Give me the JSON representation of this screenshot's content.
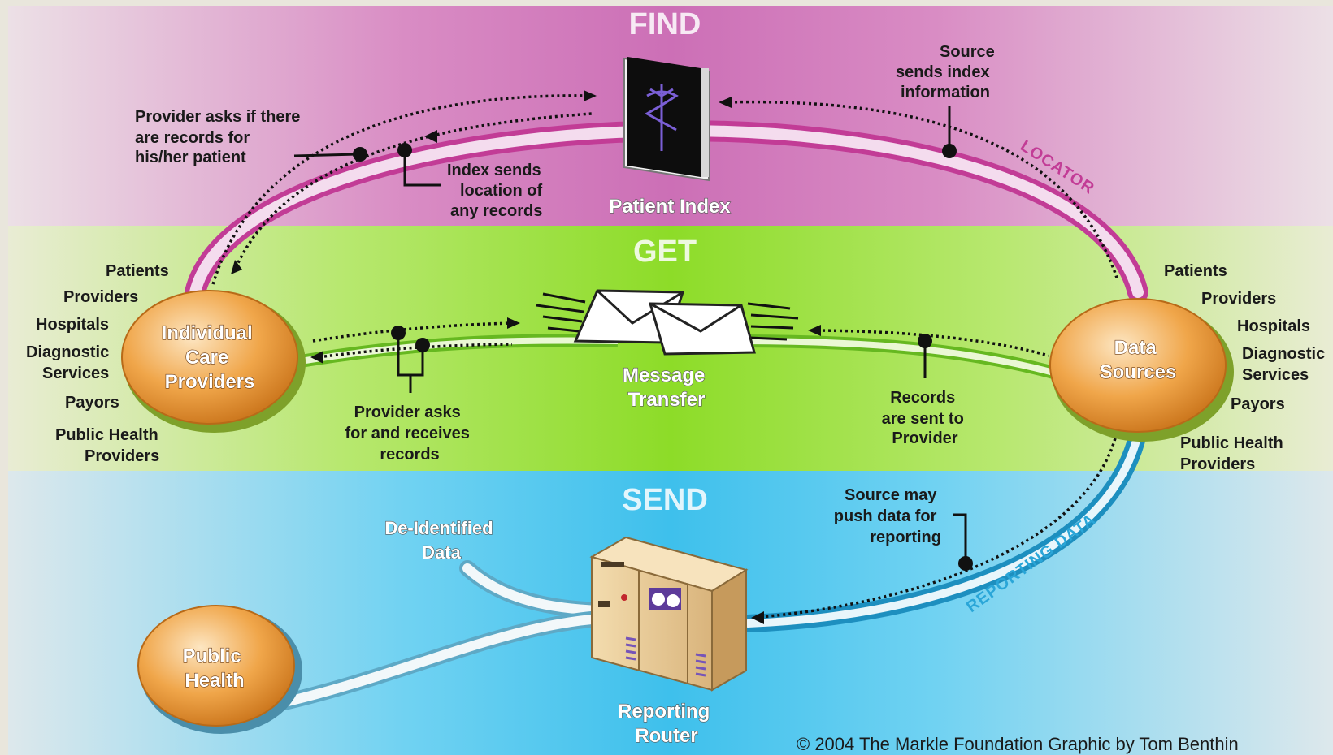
{
  "bands": {
    "find": "FIND",
    "get": "GET",
    "send": "SEND"
  },
  "arc_labels": {
    "locator": "LOCATOR",
    "reporting_data": "REPORTING DATA"
  },
  "nodes": {
    "patient_index": "Patient Index",
    "individual_care_providers": [
      "Individual",
      "Care",
      "Providers"
    ],
    "data_sources": [
      "Data",
      "Sources"
    ],
    "public_health": [
      "Public",
      "Health"
    ],
    "message_transfer": [
      "Message",
      "Transfer"
    ],
    "reporting_router": [
      "Reporting",
      "Router"
    ],
    "de_identified_data": [
      "De-Identified",
      "Data"
    ]
  },
  "left_list": [
    "Patients",
    "Providers",
    "Hospitals",
    "Diagnostic",
    "Services",
    "Payors",
    "Public Health",
    "Providers"
  ],
  "right_list": [
    "Patients",
    "Providers",
    "Hospitals",
    "Diagnostic",
    "Services",
    "Payors",
    "Public Health",
    "Providers"
  ],
  "callouts": {
    "provider_asks": [
      "Provider asks if there",
      "are records for",
      "his/her patient"
    ],
    "index_sends": [
      "Index sends",
      "location of",
      "any records"
    ],
    "source_sends_index": [
      "Source",
      "sends index",
      "information"
    ],
    "provider_asks_receives": [
      "Provider asks",
      "for and receives",
      "records"
    ],
    "records_sent": [
      "Records",
      "are sent to",
      "Provider"
    ],
    "source_may_push": [
      "Source may",
      "push data for",
      "reporting"
    ]
  },
  "credit": "© 2004 The Markle Foundation  Graphic by Tom Benthin",
  "colors": {
    "find_band": "#d98cc4",
    "get_band": "#9be03c",
    "send_band": "#4dc8ee",
    "locator_arc": "#c23c96",
    "reporting_arc": "#2aa6d8",
    "node_fill": "#f0a64a"
  }
}
